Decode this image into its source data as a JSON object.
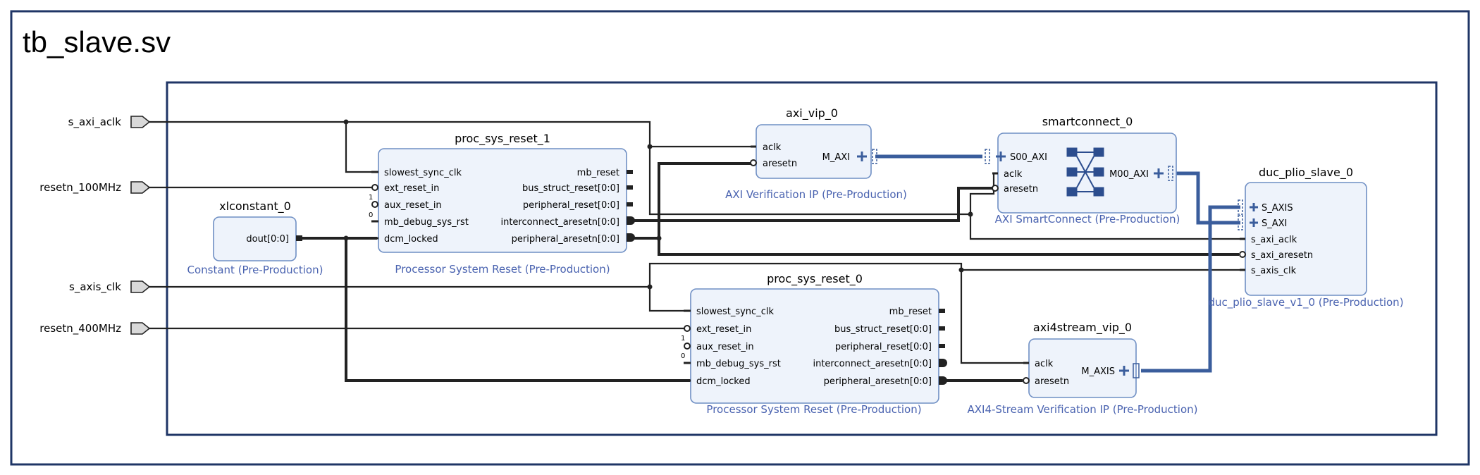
{
  "title": "tb_slave.sv",
  "ports": [
    {
      "id": "s_axi_aclk",
      "label": "s_axi_aclk"
    },
    {
      "id": "resetn_100MHz",
      "label": "resetn_100MHz"
    },
    {
      "id": "s_axis_clk",
      "label": "s_axis_clk"
    },
    {
      "id": "resetn_400MHz",
      "label": "resetn_400MHz"
    }
  ],
  "blocks": {
    "proc_sys_reset_1": {
      "name": "proc_sys_reset_1",
      "subtitle": "Processor System Reset (Pre-Production)",
      "left_pins": [
        "slowest_sync_clk",
        "ext_reset_in",
        "aux_reset_in",
        "mb_debug_sys_rst",
        "dcm_locked"
      ],
      "right_pins": [
        "mb_reset",
        "bus_struct_reset[0:0]",
        "peripheral_reset[0:0]",
        "interconnect_aresetn[0:0]",
        "peripheral_aresetn[0:0]"
      ]
    },
    "proc_sys_reset_0": {
      "name": "proc_sys_reset_0",
      "subtitle": "Processor System Reset (Pre-Production)",
      "left_pins": [
        "slowest_sync_clk",
        "ext_reset_in",
        "aux_reset_in",
        "mb_debug_sys_rst",
        "dcm_locked"
      ],
      "right_pins": [
        "mb_reset",
        "bus_struct_reset[0:0]",
        "peripheral_reset[0:0]",
        "interconnect_aresetn[0:0]",
        "peripheral_aresetn[0:0]"
      ]
    },
    "xlconstant_0": {
      "name": "xlconstant_0",
      "subtitle": "Constant (Pre-Production)",
      "right_pins": [
        "dout[0:0]"
      ]
    },
    "axi_vip_0": {
      "name": "axi_vip_0",
      "subtitle": "AXI Verification IP (Pre-Production)",
      "left_pins": [
        "aclk",
        "aresetn"
      ],
      "right_pins": [
        "M_AXI"
      ]
    },
    "smartconnect_0": {
      "name": "smartconnect_0",
      "subtitle": "AXI SmartConnect (Pre-Production)",
      "left_pins": [
        "S00_AXI",
        "aclk",
        "aresetn"
      ],
      "right_pins": [
        "M00_AXI"
      ]
    },
    "duc_plio_slave_0": {
      "name": "duc_plio_slave_0",
      "subtitle": "duc_plio_slave_v1_0 (Pre-Production)",
      "left_pins": [
        "S_AXIS",
        "S_AXI",
        "s_axi_aclk",
        "s_axi_aresetn",
        "s_axis_clk"
      ]
    },
    "axi4stream_vip_0": {
      "name": "axi4stream_vip_0",
      "subtitle": "AXI4-Stream Verification IP (Pre-Production)",
      "left_pins": [
        "aclk",
        "aresetn"
      ],
      "right_pins": [
        "M_AXIS"
      ]
    }
  },
  "const_marks": {
    "one": "1",
    "zero": "0"
  },
  "colors": {
    "frame": "#1f3566",
    "block_fill": "#eef3fb",
    "block_stroke": "#6f8fc4",
    "subtitle": "#4a63b0",
    "wire": "#222222",
    "bus": "#3a5d9c",
    "port_fill": "#d9d9d9"
  }
}
